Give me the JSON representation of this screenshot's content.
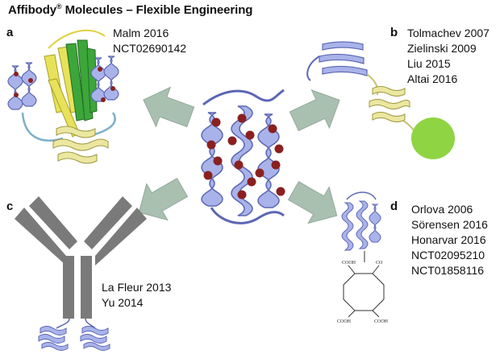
{
  "title": {
    "prefix": "Affibody",
    "mark": "®",
    "suffix": " Molecules – Flexible Engineering"
  },
  "panels": [
    {
      "letter": "a",
      "refs": [
        "Malm 2016",
        "NCT02690142"
      ]
    },
    {
      "letter": "b",
      "refs": [
        "Tolmachev 2007",
        "Zielinski 2009",
        "Liu 2015",
        "Altai 2016"
      ]
    },
    {
      "letter": "c",
      "refs": [
        "La Fleur 2013",
        "Yu 2014"
      ]
    },
    {
      "letter": "d",
      "refs": [
        "Orlova 2006",
        "Sörensen 2016",
        "Honarvar  2016",
        "NCT02095210",
        "NCT01858116"
      ]
    }
  ],
  "chelator": {
    "labels": [
      "COOH",
      "CO",
      "COOH",
      "COOH"
    ]
  },
  "colors": {
    "helix": "#a9b3ea",
    "helix_edge": "#5c67b4",
    "sheet_yellow": "#e8e25a",
    "sheet_green": "#3da63a",
    "coil_yellow": "#ece7a0",
    "albumin_ball": "#8fd443",
    "antibody": "#7a7a7a",
    "arrow": "#a9c0b0",
    "mod_site": "#8a2020"
  }
}
